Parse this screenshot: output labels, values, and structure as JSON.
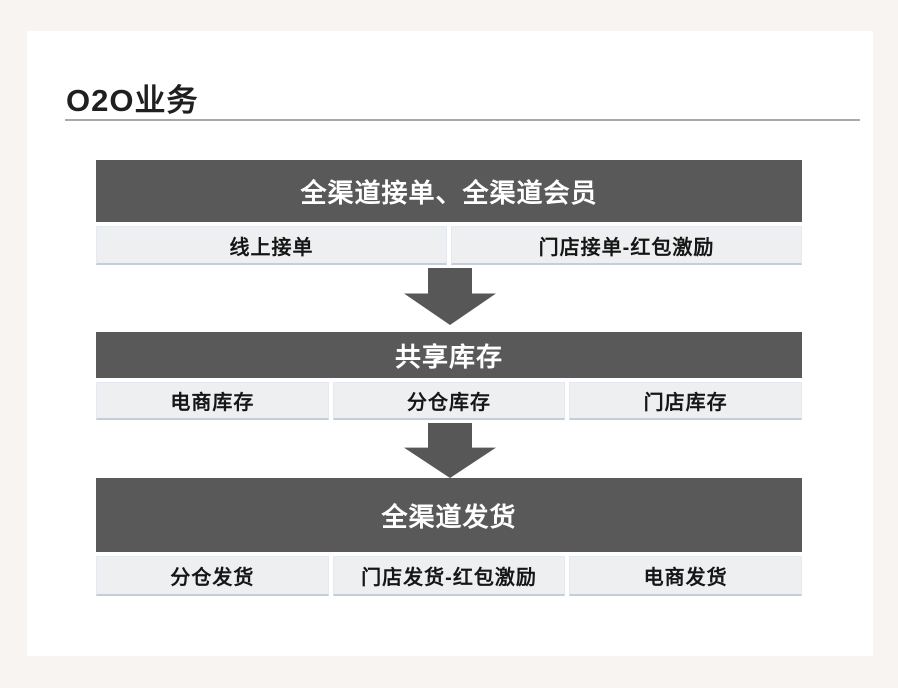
{
  "page": {
    "title": "O2O业务"
  },
  "colors": {
    "page_bg": "#f7f4f2",
    "panel_bg": "#ffffff",
    "header_bg": "#595959",
    "header_text": "#ffffff",
    "cell_bg": "#edeff0",
    "cell_text": "#161616",
    "title_color": "#1f1f1f",
    "rule_color": "#a9a9a9",
    "arrow_color": "#575757"
  },
  "flow": {
    "sections": [
      {
        "header": "全渠道接单、全渠道会员",
        "cells": [
          "线上接单",
          "门店接单-红包激励"
        ]
      },
      {
        "header": "共享库存",
        "cells": [
          "电商库存",
          "分仓库存",
          "门店库存"
        ]
      },
      {
        "header": "全渠道发货",
        "cells": [
          "分仓发货",
          "门店发货-红包激励",
          "电商发货"
        ]
      }
    ],
    "arrows": [
      "down-arrow",
      "down-arrow"
    ]
  }
}
